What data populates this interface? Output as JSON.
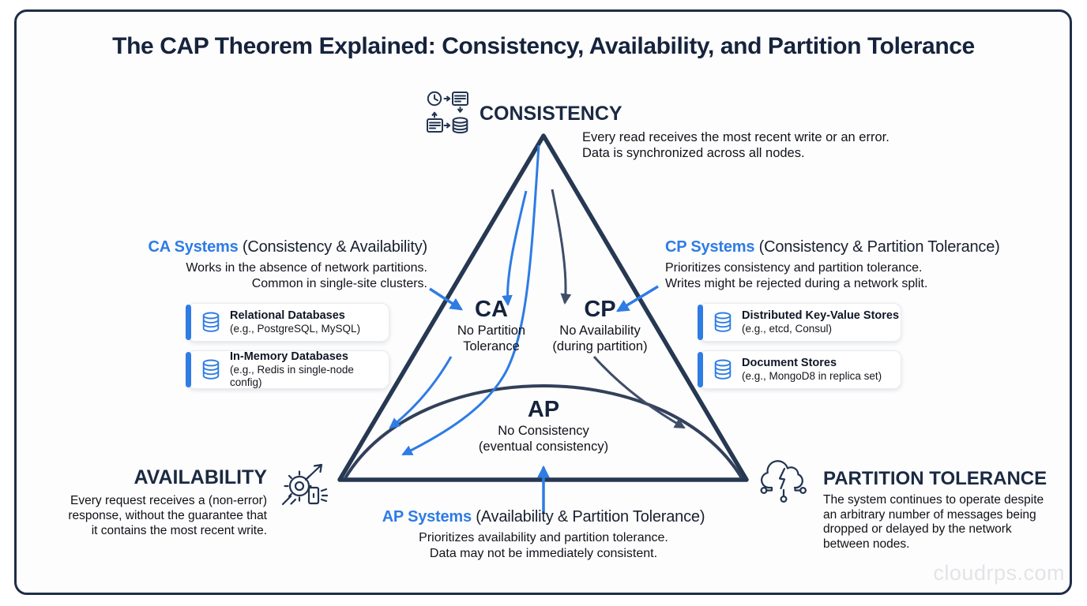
{
  "title": "The CAP Theorem Explained: Consistency, Availability, and Partition Tolerance",
  "watermark": "cloudrps.com",
  "colors": {
    "navy": "#1f2d47",
    "triangle": "#263852",
    "blue_accent": "#2e7ce4",
    "arrow_dark": "#3f4d68",
    "watermark_gray": "#e3e4e7"
  },
  "vertices": {
    "consistency": {
      "icon": "clock-server-database-sync-icon",
      "label": "CONSISTENCY",
      "desc": [
        "Every read receives the most recent write or an error.",
        "Data is synchronized across all nodes."
      ]
    },
    "availability": {
      "icon": "gear-arrow-icon",
      "label": "AVAILABILITY",
      "desc": [
        "Every request receives a (non-error)",
        "response, without the guarantee that",
        "it contains the most recent write."
      ]
    },
    "partition_tolerance": {
      "icon": "cloud-split-network-icon",
      "label": "PARTITION TOLERANCE",
      "desc": [
        "The system continues to operate despite",
        "an arbitrary number of messages being",
        "dropped or delayed by the network",
        "between nodes."
      ]
    }
  },
  "triangle_regions": {
    "ca": {
      "label": "CA",
      "note": [
        "No Partition",
        "Tolerance"
      ]
    },
    "cp": {
      "label": "CP",
      "note": [
        "No Availability",
        "(during partition)"
      ]
    },
    "ap": {
      "label": "AP",
      "note": [
        "No Consistency",
        "(eventual consistency)"
      ]
    }
  },
  "systems": {
    "ca": {
      "name": "CA Systems",
      "qualifier": " (Consistency & Availability)",
      "desc": [
        "Works in the absence of network partitions.",
        "Common in single-site clusters."
      ],
      "examples": [
        {
          "icon": "database-icon",
          "title": "Relational Databases",
          "subtitle": "(e.g., PostgreSQL, MySQL)"
        },
        {
          "icon": "database-icon",
          "title": "In-Memory Databases",
          "subtitle": "(e.g., Redis in single-node config)"
        }
      ]
    },
    "cp": {
      "name": "CP Systems",
      "qualifier": " (Consistency & Partition Tolerance)",
      "desc": [
        "Prioritizes consistency and partition tolerance.",
        "Writes might be rejected during a network split."
      ],
      "examples": [
        {
          "icon": "database-icon",
          "title": "Distributed Key-Value Stores",
          "subtitle": "(e.g., etcd, Consul)"
        },
        {
          "icon": "database-icon",
          "title": "Document Stores",
          "subtitle": "(e.g., MongoD8 in replica set)"
        }
      ]
    },
    "ap": {
      "name": "AP Systems",
      "qualifier": " (Availability & Partition Tolerance)",
      "desc": [
        "Prioritizes availability and partition tolerance.",
        "Data may not be immediately consistent."
      ]
    }
  }
}
